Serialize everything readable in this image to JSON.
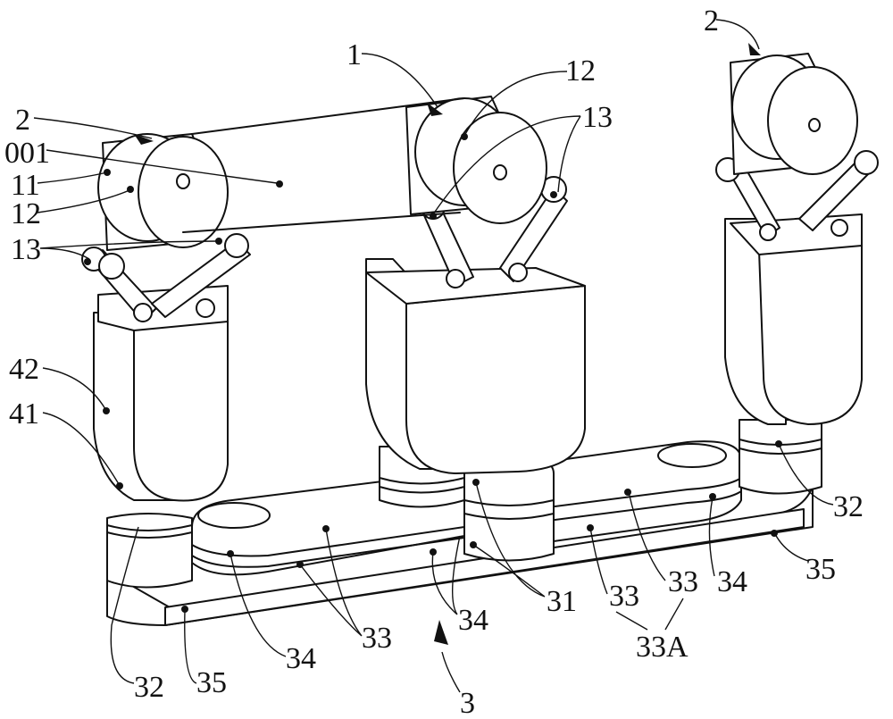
{
  "figure": {
    "labels": {
      "l2_left": "2",
      "l001": "001",
      "l11": "11",
      "l12_left": "12",
      "l13_left": "13",
      "l42": "42",
      "l41": "41",
      "l1": "1",
      "l12_mid": "12",
      "l13_mid": "13",
      "l2_right": "2",
      "l32_right": "32",
      "l35_right": "35",
      "l34_right": "34",
      "l33_a": "33",
      "l33_b": "33",
      "l31": "31",
      "l34_mid": "34",
      "l33A": "33A",
      "l33_left": "33",
      "l34_left": "34",
      "l32_left": "32",
      "l35_left": "35",
      "l3": "3"
    }
  }
}
